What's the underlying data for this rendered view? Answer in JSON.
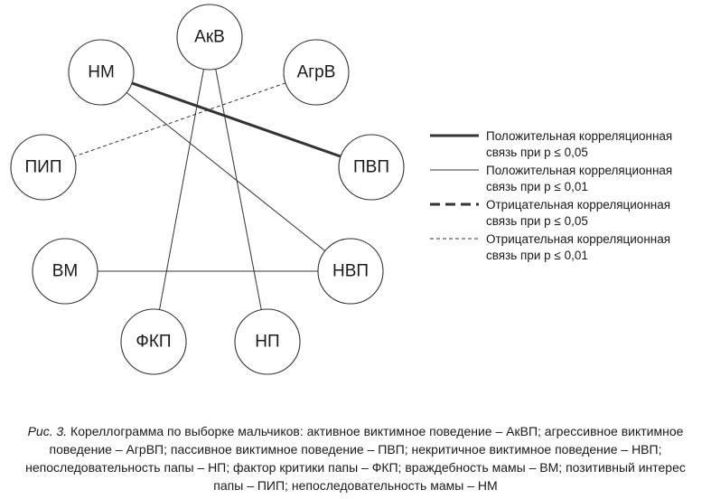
{
  "nodes": [
    {
      "id": "akv",
      "label": "АкВ"
    },
    {
      "id": "nm",
      "label": "НМ"
    },
    {
      "id": "agrv",
      "label": "АгрВ"
    },
    {
      "id": "pip",
      "label": "ПИП"
    },
    {
      "id": "pvp",
      "label": "ПВП"
    },
    {
      "id": "vm",
      "label": "ВМ"
    },
    {
      "id": "nvp",
      "label": "НВП"
    },
    {
      "id": "fkp",
      "label": "ФКП"
    },
    {
      "id": "np",
      "label": "НП"
    }
  ],
  "edges": [
    {
      "from": "nm",
      "to": "pvp",
      "style": "positive-0.05"
    },
    {
      "from": "nm",
      "to": "nvp",
      "style": "positive-0.01"
    },
    {
      "from": "akv",
      "to": "fkp",
      "style": "positive-0.01"
    },
    {
      "from": "akv",
      "to": "np",
      "style": "positive-0.01"
    },
    {
      "from": "vm",
      "to": "nvp",
      "style": "positive-0.01"
    },
    {
      "from": "pip",
      "to": "agrv",
      "style": "negative-0.01"
    }
  ],
  "legend": [
    {
      "style": "positive-0.05",
      "line1": "Положительная корреляционная",
      "line2": "связь при p ≤ 0,05"
    },
    {
      "style": "positive-0.01",
      "line1": "Положительная корреляционная",
      "line2": "связь при p ≤ 0,01"
    },
    {
      "style": "negative-0.05",
      "line1": "Отрицательная корреляционная",
      "line2": "связь при p ≤ 0,05"
    },
    {
      "style": "negative-0.01",
      "line1": "Отрицательная корреляционная",
      "line2": "связь при p ≤ 0,01"
    }
  ],
  "caption": {
    "label": "Рис. 3.",
    "text": " Кореллограмма по выборке мальчиков: активное виктимное поведение – АкВП; агрессивное виктимное поведение – АгрВП; пассивное виктимное поведение – ПВП; некритичное виктимное поведение – НВП; непоследовательность папы – НП; фактор критики папы – ФКП; враждебность мамы – ВМ; позитивный интерес папы – ПИП; непоследовательность мамы – НМ"
  }
}
